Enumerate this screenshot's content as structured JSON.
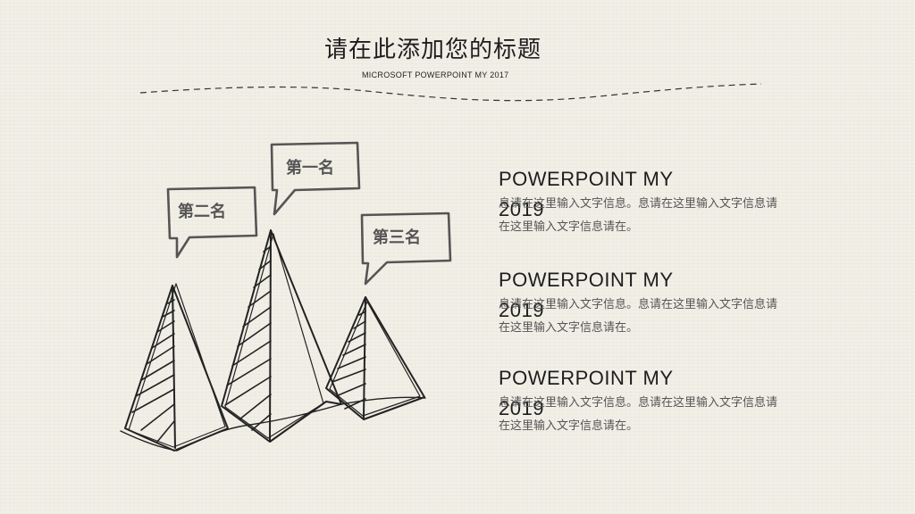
{
  "slide": {
    "title": "请在此添加您的标题",
    "subtitle": "MICROSOFT POWERPOINT MY 2017"
  },
  "bubbles": [
    {
      "label": "第二名"
    },
    {
      "label": "第一名"
    },
    {
      "label": "第三名"
    }
  ],
  "items": [
    {
      "heading": "POWERPOINT MY 2019",
      "body": "息请在这里输入文字信息。息请在这里输入文字信息请在这里输入文字信息请在。"
    },
    {
      "heading": "POWERPOINT MY 2019",
      "body": "息请在这里输入文字信息。息请在这里输入文字信息请在这里输入文字信息请在。"
    },
    {
      "heading": "POWERPOINT MY 2019",
      "body": "息请在这里输入文字信息。息请在这里输入文字信息请在这里输入文字信息请在。"
    }
  ]
}
